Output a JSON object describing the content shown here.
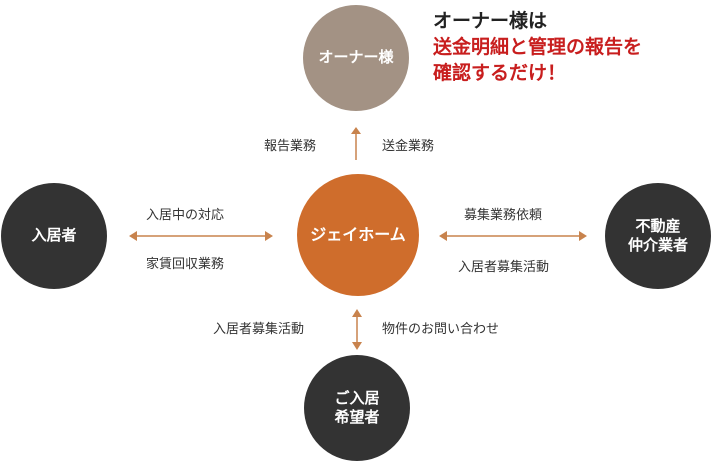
{
  "colors": {
    "owner": "#a39284",
    "jayhome": "#cf6d2c",
    "dark": "#333333",
    "arrow": "#c8834d",
    "emphasis": "#c81e1e"
  },
  "nodes": {
    "owner": [
      "オーナー様"
    ],
    "jayhome": [
      "ジェイホーム"
    ],
    "tenant": [
      "入居者"
    ],
    "agent": [
      "不動産",
      "仲介業者"
    ],
    "applicant": [
      "ご入居",
      "希望者"
    ]
  },
  "labels": {
    "top_left": "報告業務",
    "top_right": "送金業務",
    "left_top": "入居中の対応",
    "left_bottom": "家賃回収業務",
    "right_top": "募集業務依頼",
    "right_bottom": "入居者募集活動",
    "bottom_left": "入居者募集活動",
    "bottom_right": "物件のお問い合わせ"
  },
  "headline": {
    "line1": "オーナー様は",
    "line2": "送金明細と管理の報告を",
    "line3": "確認するだけ！"
  }
}
